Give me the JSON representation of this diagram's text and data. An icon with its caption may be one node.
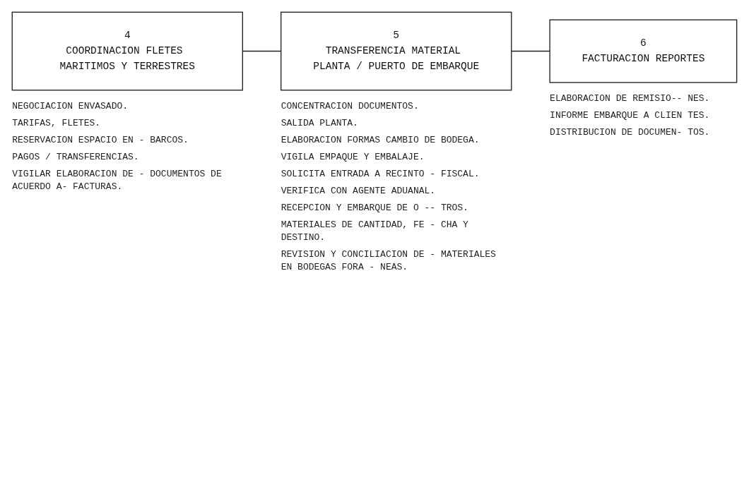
{
  "diagram": {
    "nodes": [
      {
        "text": [
          "4",
          "COORDINACION FLETES MARITIMOS Y TERRESTRES"
        ],
        "beside": [
          "NEGOCIACION ENVASADO.",
          "TARIFAS, FLETES.",
          "RESERVACION ESPACIO EN - BARCOS.",
          "PAGOS / TRANSFERENCIAS.",
          "VIGILAR ELABORACION DE - DOCUMENTOS DE ACUERDO A- FACTURAS."
        ]
      },
      {
        "text": [
          "5",
          "TRANSFERENCIA MATERIAL PLANTA / PUERTO DE EMBARQUE"
        ],
        "beside": [
          "CONCENTRACION DOCUMENTOS.",
          "SALIDA PLANTA.",
          "ELABORACION FORMAS CAMBIO DE BODEGA.",
          "VIGILA EMPAQUE Y EMBALAJE.",
          "SOLICITA ENTRADA A RECINTO - FISCAL.",
          "VERIFICA CON AGENTE ADUANAL.",
          "RECEPCION Y EMBARQUE DE O -- TROS.",
          "MATERIALES DE CANTIDAD, FE - CHA Y DESTINO.",
          "REVISION Y CONCILIACION DE - MATERIALES EN BODEGAS FORA - NEAS."
        ]
      },
      {
        "text": [
          "6",
          "FACTURACION REPORTES"
        ],
        "beside": [
          "ELABORACION DE REMISIO-- NES.",
          "INFORME EMBARQUE A CLIEN TES.",
          "DISTRIBUCION DE DOCUMEN- TOS."
        ]
      }
    ],
    "edges": [
      {
        "from": 0,
        "to": 1,
        "arrow": "none"
      },
      {
        "from": 1,
        "to": 2,
        "arrow": "none"
      }
    ]
  }
}
